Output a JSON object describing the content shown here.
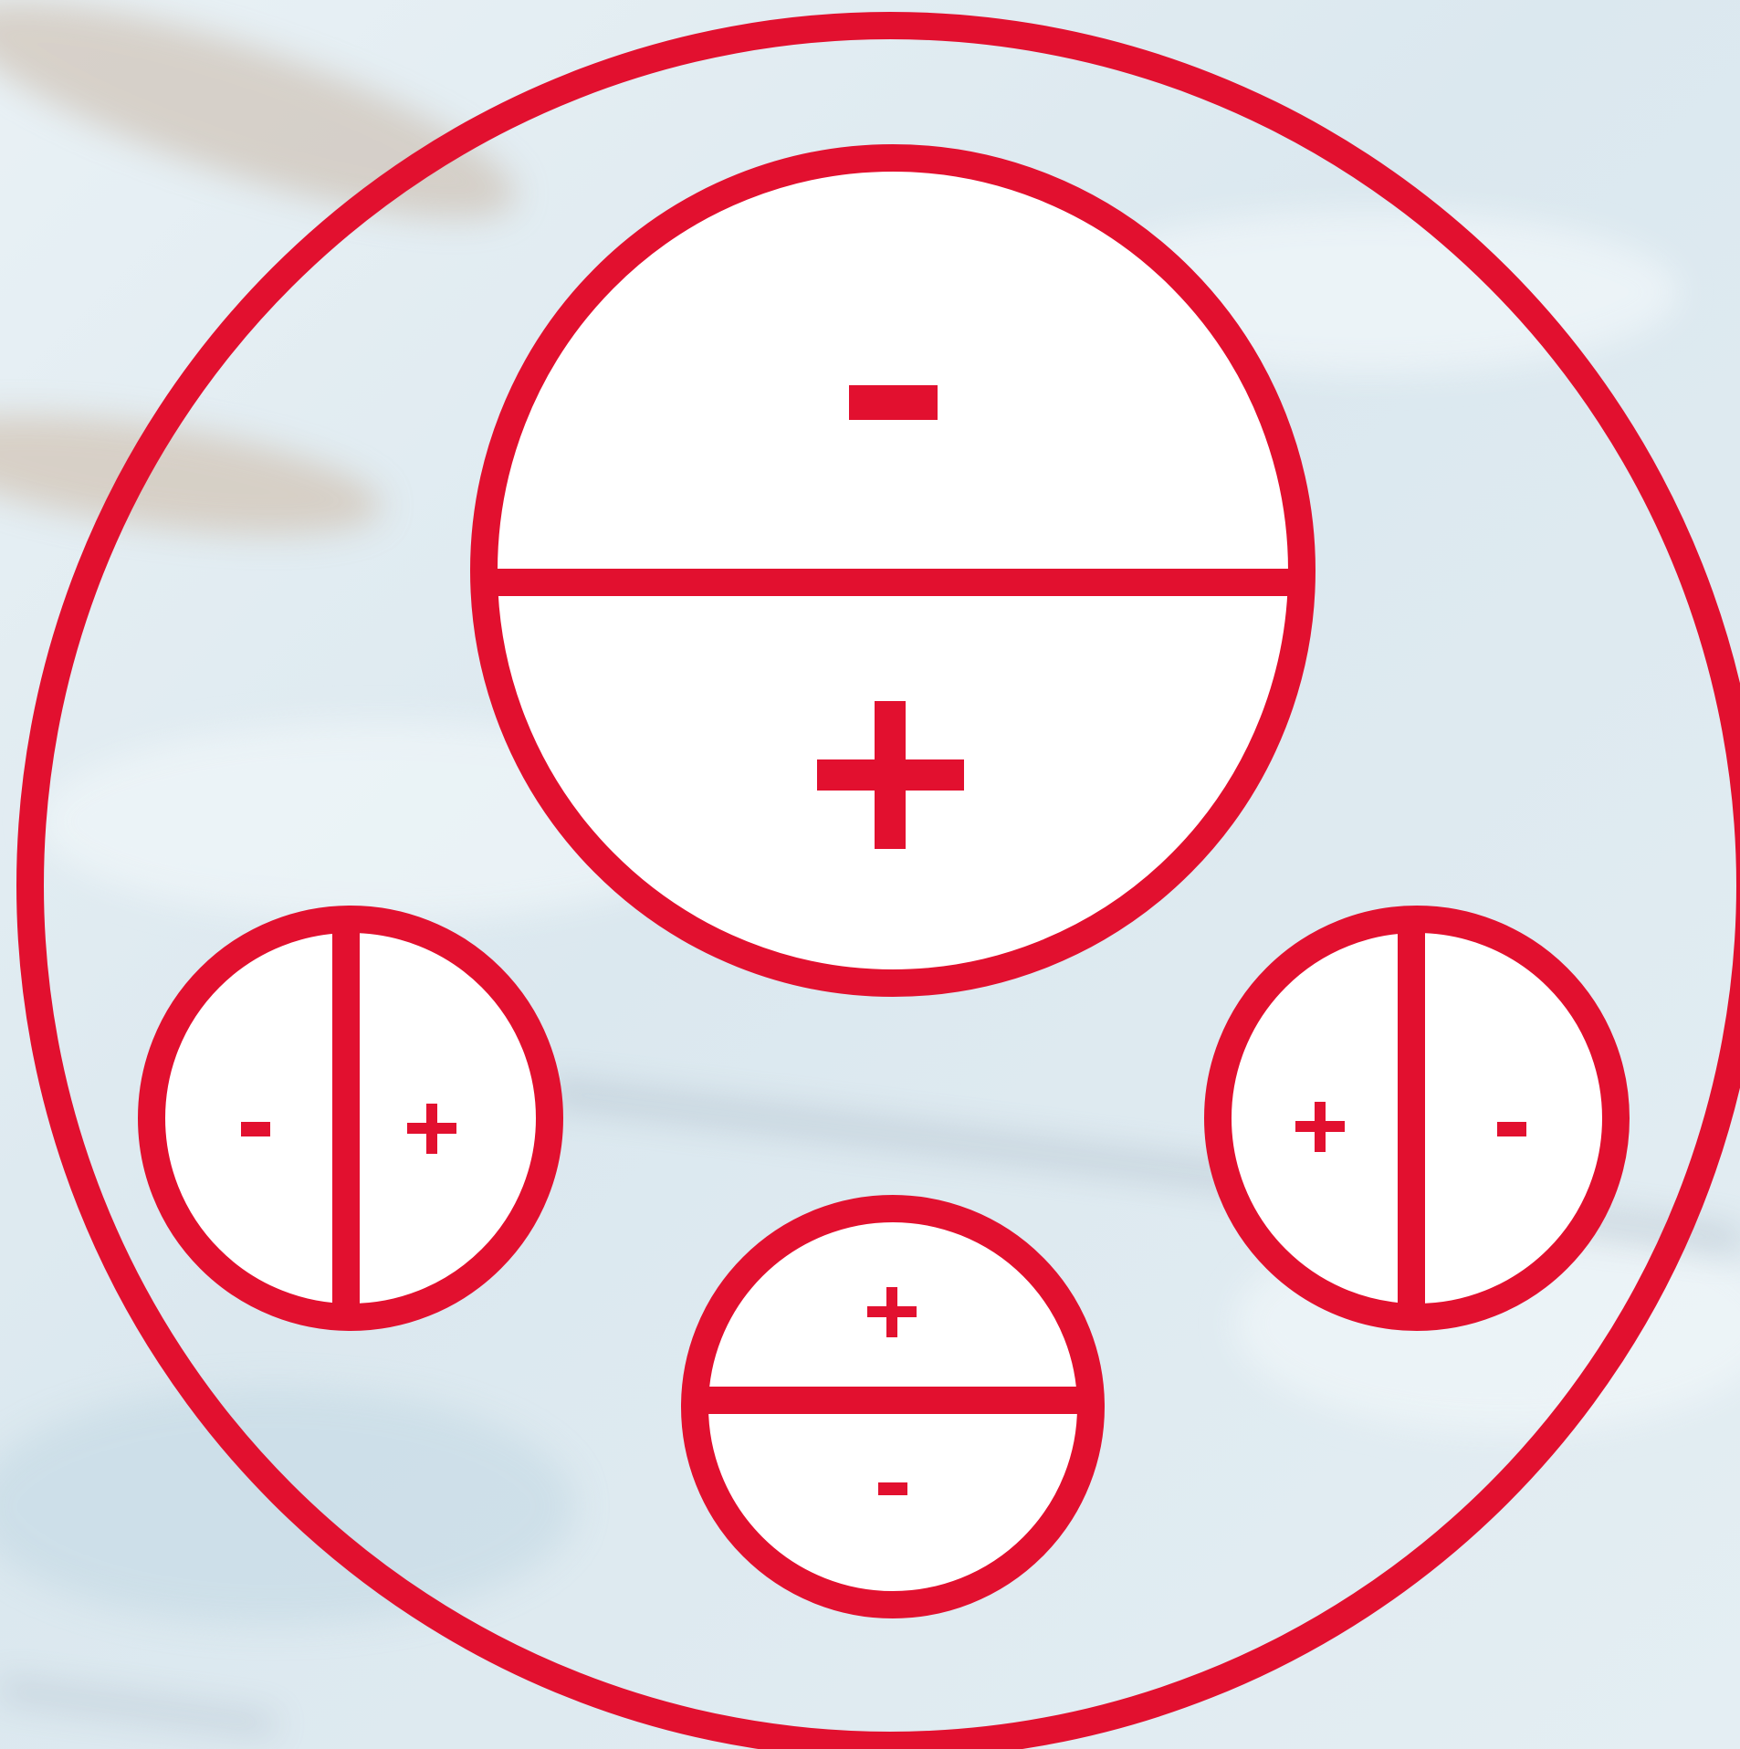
{
  "colors": {
    "accent": "#e2102f",
    "lens_fill": "#ffffff",
    "water_light": "#eef5f8",
    "water_mid": "#d6e6ee",
    "water_dark": "#b9d1dd",
    "lane_rope": "#a9b8c6"
  },
  "background": {
    "description_icon": "water-splash-texture"
  },
  "symbols": {
    "minus": "-",
    "plus": "+"
  },
  "diagram": {
    "outer_ring": {
      "name": "outer-ring"
    },
    "lenses": [
      {
        "name": "top-lens",
        "divider": "horizontal",
        "first_sign": "minus",
        "second_sign": "plus"
      },
      {
        "name": "left-lens",
        "divider": "vertical",
        "first_sign": "minus",
        "second_sign": "plus"
      },
      {
        "name": "bottom-lens",
        "divider": "horizontal",
        "first_sign": "plus",
        "second_sign": "minus"
      },
      {
        "name": "right-lens",
        "divider": "vertical",
        "first_sign": "plus",
        "second_sign": "minus"
      }
    ]
  }
}
